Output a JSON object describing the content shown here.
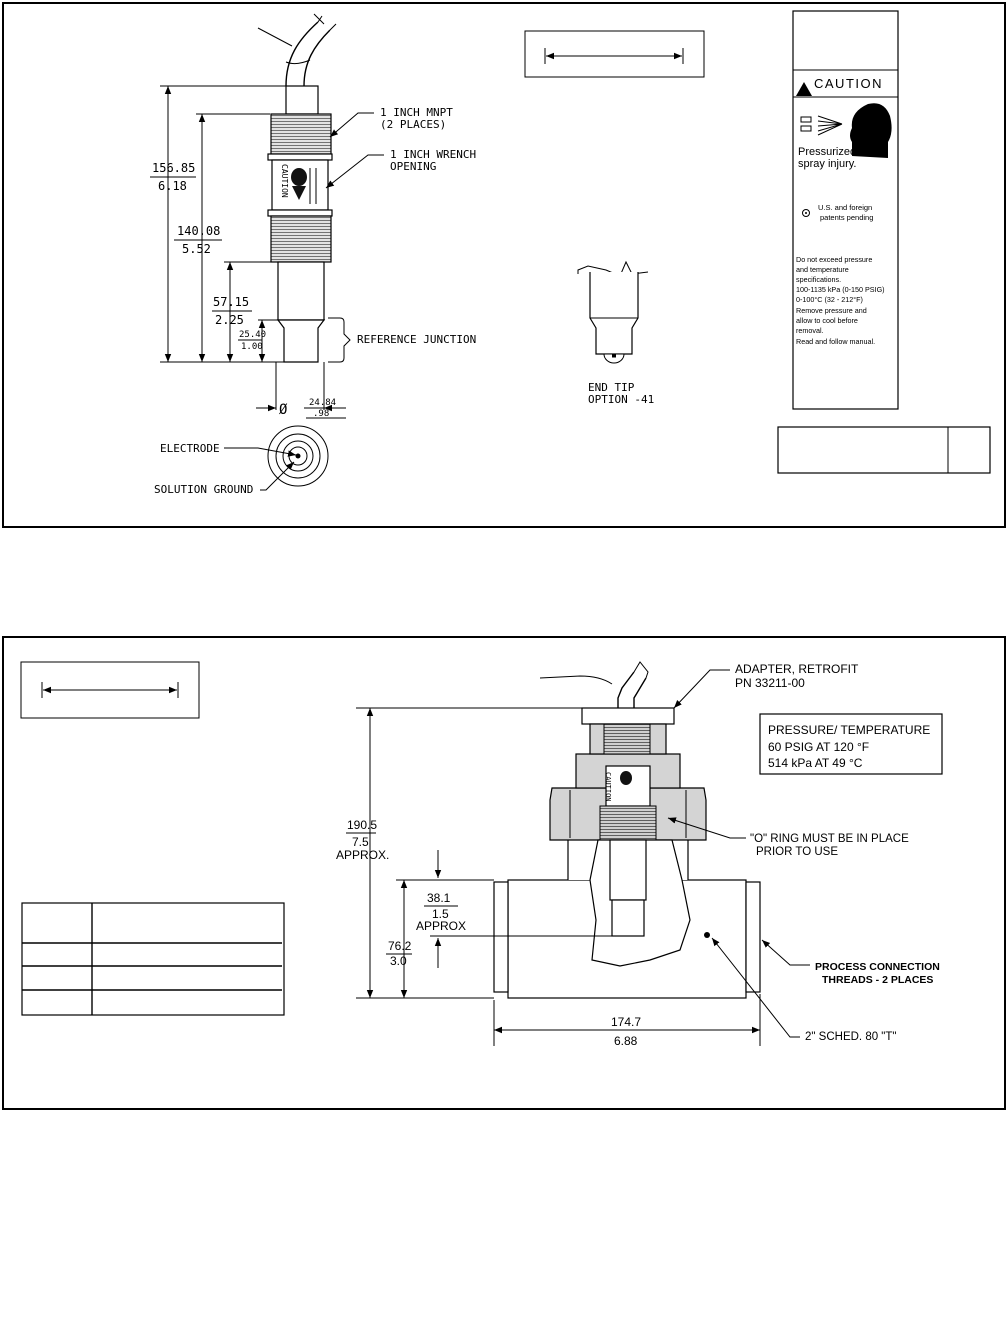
{
  "fig1": {
    "dim_overall_mm": "156.85",
    "dim_overall_in": "6.18",
    "dim_thread_mm": "140.08",
    "dim_thread_in": "5.52",
    "dim_body_mm": "57.15",
    "dim_body_in": "2.25",
    "dim_junction_mm": "25.40",
    "dim_junction_in": "1.00",
    "dia_mm": "24.84",
    "dia_in": ".98",
    "dia_symbol": "Ø",
    "callout_mnpt_1": "1 INCH MNPT",
    "callout_mnpt_2": "(2 PLACES)",
    "callout_wrench_1": "1 INCH WRENCH",
    "callout_wrench_2": "OPENING",
    "callout_junction": "REFERENCE JUNCTION",
    "callout_electrode": "ELECTRODE",
    "callout_ground": "SOLUTION GROUND",
    "end_tip_1": "END TIP",
    "end_tip_2": "OPTION -41",
    "probe_caution": "CAUTION"
  },
  "caution_label": {
    "title": "CAUTION",
    "hazard_1": "Pressurized",
    "hazard_2": "spray injury.",
    "patents_1": "U.S. and foreign",
    "patents_2": "patents pending",
    "lines": [
      "Do not exceed pressure",
      "and temperature",
      "specifications.",
      "100-1135 kPa (0-150 PSIG)",
      "0-100°C (32 - 212°F)",
      "Remove pressure and",
      "allow to cool before",
      "removal.",
      "Read and follow manual."
    ]
  },
  "fig2": {
    "adapter_1": "ADAPTER, RETROFIT",
    "adapter_2": "PN 33211-00",
    "pt_title": "PRESSURE/ TEMPERATURE",
    "pt_line1": "60 PSIG AT 120 °F",
    "pt_line2": "514 kPa AT 49 °C",
    "oring_1": "\"O\" RING MUST BE IN PLACE",
    "oring_2": "PRIOR TO USE",
    "process_1": "PROCESS CONNECTION",
    "process_2": "THREADS - 2 PLACES",
    "tee": "2\" SCHED. 80 \"T\"",
    "dim_h_mm": "190.5",
    "dim_h_in": "7.5",
    "dim_h_note": "APPROX.",
    "dim_ins_mm": "38.1",
    "dim_ins_in": "1.5",
    "dim_ins_note": "APPROX",
    "dim_pipe_mm": "76.2",
    "dim_pipe_in": "3.0",
    "dim_len_mm": "174.7",
    "dim_len_in": "6.88",
    "probe_caution": "CAUTION"
  }
}
